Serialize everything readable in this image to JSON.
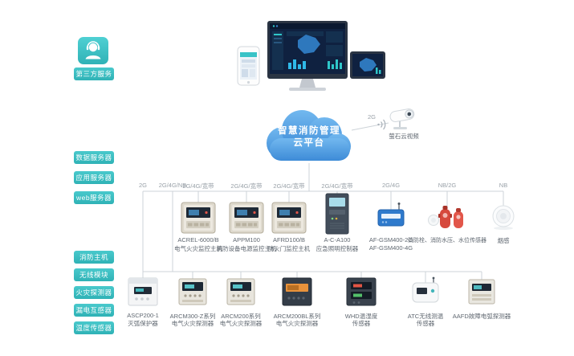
{
  "palette": {
    "teal": "#3cc0c4",
    "cloud_top": "#72b8ef",
    "cloud_bottom": "#3d8bd7",
    "wire": "#cdd3d8"
  },
  "third_party": {
    "label": "第三方服务"
  },
  "cloud": {
    "line1": "智慧消防管理",
    "line2": "云平台"
  },
  "ezviz": {
    "network": "2G",
    "label": "萤石云视频"
  },
  "server_tags": [
    {
      "label": "数据服务器"
    },
    {
      "label": "应用服务器"
    },
    {
      "label": "web服务器"
    }
  ],
  "category_tags": [
    {
      "label": "消防主机"
    },
    {
      "label": "无线模块"
    },
    {
      "label": "火灾探测器"
    },
    {
      "label": "漏电互感器"
    },
    {
      "label": "温度传感器"
    }
  ],
  "extra_networks": [
    {
      "label": "2G"
    },
    {
      "label": "2G/4G/NB"
    }
  ],
  "top_devices": [
    {
      "network": "2G/4G/宽带",
      "line1": "ACREL-6000/B",
      "line2": "电气火灾监控主机"
    },
    {
      "network": "2G/4G/宽带",
      "line1": "APPM100",
      "line2": "消防设备电源监控主机"
    },
    {
      "network": "2G/4G/宽带",
      "line1": "AFRD100/B",
      "line2": "防火门监控主机"
    },
    {
      "network": "2G/4G/宽带",
      "line1": "A-C-A100",
      "line2": "应急照明控制器"
    },
    {
      "network": "2G/4G",
      "line1": "AF-GSM400-2G",
      "line2": "AF-GSM400-4G"
    },
    {
      "network": "NB/2G",
      "line1": "消防栓、消防水压、水位传感器",
      "line2": ""
    },
    {
      "network": "NB",
      "line1": "烟感",
      "line2": ""
    }
  ],
  "bottom_devices": [
    {
      "line1": "ASCP200-1",
      "line2": "灭弧保护器"
    },
    {
      "line1": "ARCM300-Z系列",
      "line2": "电气火灾探测器"
    },
    {
      "line1": "ARCM200系列",
      "line2": "电气火灾探测器"
    },
    {
      "line1": "ARCM200BL系列",
      "line2": "电气火灾探测器"
    },
    {
      "line1": "WHD温湿度",
      "line2": "传感器"
    },
    {
      "line1": "ATC无线测温",
      "line2": "传感器"
    },
    {
      "line1": "AAFD故障电弧探测器",
      "line2": ""
    }
  ]
}
